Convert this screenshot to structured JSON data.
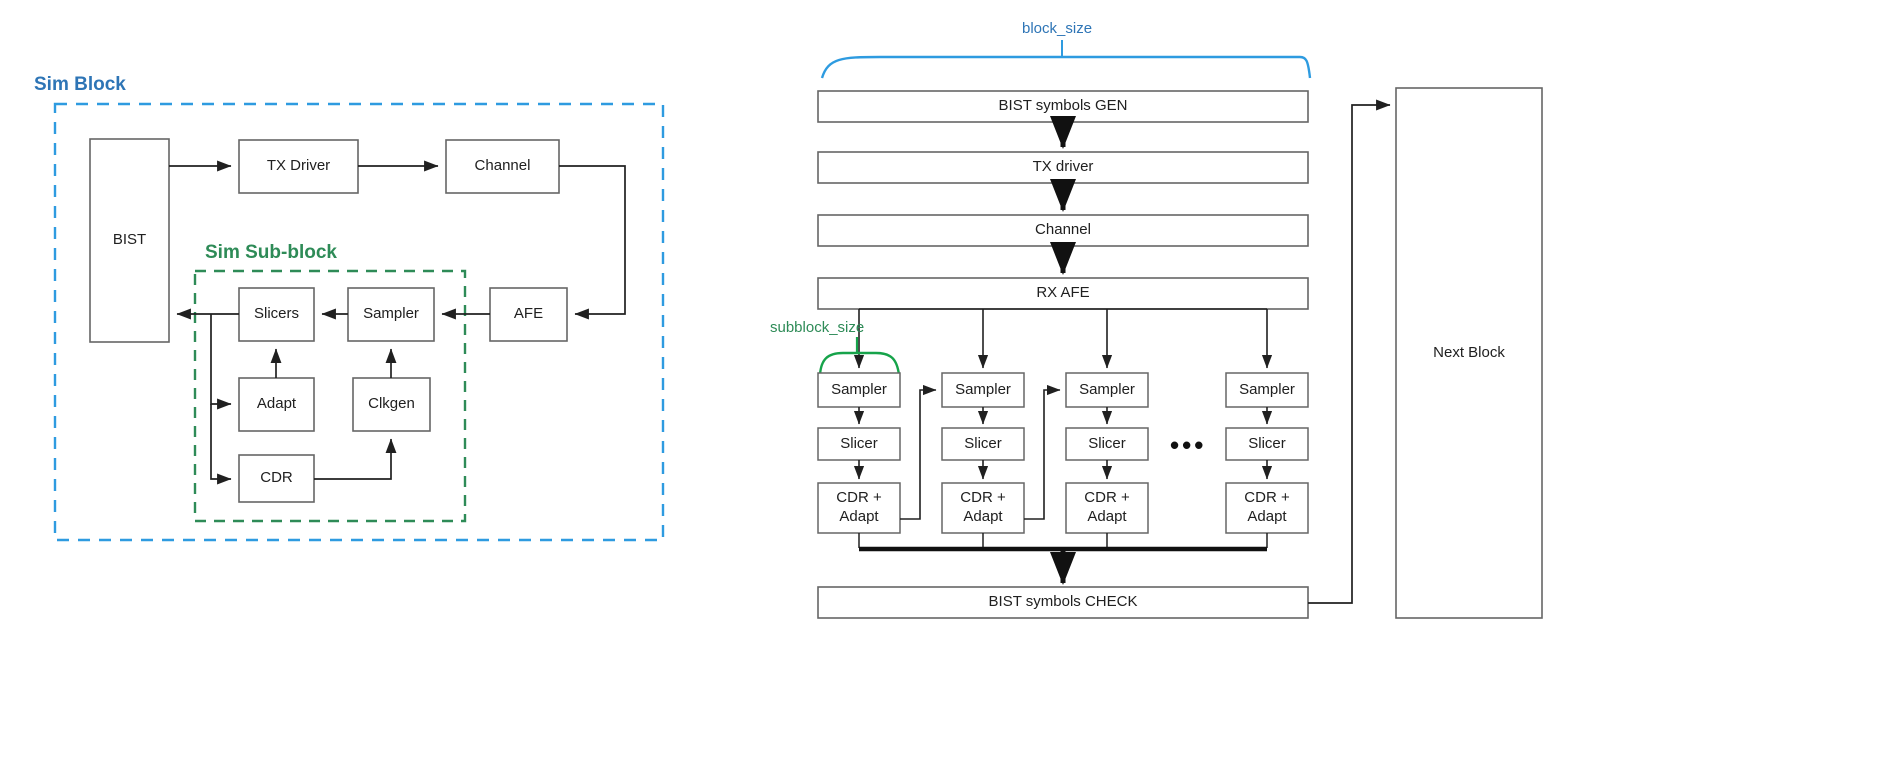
{
  "figure": {
    "type": "diagram",
    "description": "SerDes BIST simulation block diagram: left shows Sim Block / Sim Sub-block hierarchy, right shows block-based pipeline with parallel sub-block sampler/slicer/CDR columns"
  },
  "left_diagram": {
    "groups": [
      {
        "name": "sim-block",
        "label": "Sim Block",
        "color": "#2E75B6",
        "style": "dashed"
      },
      {
        "name": "sim-sub-block",
        "label": "Sim Sub-block",
        "color": "#2E8B57",
        "style": "dashed"
      }
    ],
    "blocks": [
      {
        "id": "bist",
        "label": "BIST"
      },
      {
        "id": "txdrv",
        "label": "TX Driver"
      },
      {
        "id": "channel",
        "label": "Channel"
      },
      {
        "id": "afe",
        "label": "AFE"
      },
      {
        "id": "sampler",
        "label": "Sampler"
      },
      {
        "id": "slicers",
        "label": "Slicers"
      },
      {
        "id": "adapt",
        "label": "Adapt"
      },
      {
        "id": "clkgen",
        "label": "Clkgen"
      },
      {
        "id": "cdr",
        "label": "CDR"
      }
    ],
    "edges": [
      {
        "from": "bist",
        "to": "txdrv"
      },
      {
        "from": "txdrv",
        "to": "channel"
      },
      {
        "from": "channel",
        "to": "afe"
      },
      {
        "from": "afe",
        "to": "sampler"
      },
      {
        "from": "sampler",
        "to": "slicers"
      },
      {
        "from": "slicers",
        "to": "bist"
      },
      {
        "from": "slicers",
        "to": "adapt"
      },
      {
        "from": "adapt",
        "to": "slicers"
      },
      {
        "from": "slicers",
        "to": "cdr"
      },
      {
        "from": "cdr",
        "to": "clkgen"
      },
      {
        "from": "clkgen",
        "to": "sampler"
      }
    ]
  },
  "right_diagram": {
    "annotations": [
      {
        "name": "block-size",
        "label": "block_size",
        "color": "#2E75B6"
      },
      {
        "name": "subblock-size",
        "label": "subblock_size",
        "color": "#2E8B57"
      }
    ],
    "pipeline": [
      {
        "id": "bist-gen",
        "label": "BIST symbols GEN"
      },
      {
        "id": "tx-driver",
        "label": "TX driver"
      },
      {
        "id": "channel",
        "label": "Channel"
      },
      {
        "id": "rx-afe",
        "label": "RX AFE"
      }
    ],
    "columns": [
      {
        "index": 0,
        "sampler": "Sampler",
        "slicer": "Slicer",
        "cdr": "CDR +\nAdapt"
      },
      {
        "index": 1,
        "sampler": "Sampler",
        "slicer": "Slicer",
        "cdr": "CDR +\nAdapt"
      },
      {
        "index": 2,
        "sampler": "Sampler",
        "slicer": "Slicer",
        "cdr": "CDR +\nAdapt"
      },
      {
        "index": 3,
        "sampler": "Sampler",
        "slicer": "Slicer",
        "cdr": "CDR +\nAdapt"
      }
    ],
    "ellipsis": "•••",
    "check_block": {
      "id": "bist-check",
      "label": "BIST symbols CHECK"
    },
    "next_block": {
      "id": "next-block",
      "label": "Next Block"
    }
  },
  "colors": {
    "blue": "#2E75B6",
    "green": "#2E8B57",
    "box_stroke": "#666666",
    "line": "#202020",
    "text": "#202020"
  }
}
